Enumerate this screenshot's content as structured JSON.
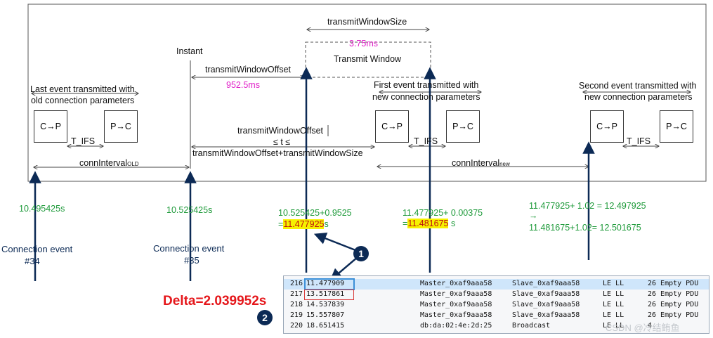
{
  "labels": {
    "transmit_window_size_top": "transmitWindowSize",
    "window_ms": "3.75ms",
    "transmit_window": "Transmit Window",
    "instant": "Instant",
    "transmit_window_offset": "transmitWindowOffset",
    "offset_ms": "952.5ms",
    "last_event": "Last event transmitted with",
    "old_params": "old connection parameters",
    "first_event": "First event transmitted with",
    "new_params_1": "new connection parameters",
    "second_event": "Second event transmitted with",
    "new_params_2": "new connection parameters",
    "cp": "C→P",
    "pc": "P→C",
    "tifs": "T_IFS",
    "offset_mid": "transmitWindowOffset",
    "le_t_le": "≤ t ≤",
    "offset_plus_size": "transmitWindowOffset+transmitWindowSize",
    "conn_interval": "connInterval",
    "old_sub": "OLD",
    "new_sub": "new"
  },
  "timestamps": {
    "t1": "10.495425s",
    "t2": "10.525425s",
    "calc1_a": "10.525425+0.9525",
    "calc1_eq": "=",
    "calc1_val": "11.477925",
    "calc1_s": "s",
    "calc2_a": "11.477925+ 0.00375",
    "calc2_eq": "=",
    "calc2_val": "11.481675",
    "calc2_s": " s",
    "calc3_a": "11.477925+ 1.02 = 12.497925",
    "calc3_arrow": "→",
    "calc3_b": "11.481675+1.02= 12.501675"
  },
  "events": {
    "e34_title": "Connection event",
    "e34_num": "#34",
    "e35_title": "Connection event",
    "e35_num": "#35"
  },
  "delta": "Delta=2.039952s",
  "markers": {
    "m1": "1",
    "m2": "2"
  },
  "packets": [
    {
      "no": "216",
      "time": "11.477909",
      "src": "Master_0xaf9aaa58",
      "dst": "Slave_0xaf9aaa58",
      "proto": "LE LL",
      "info": "26 Empty PDU"
    },
    {
      "no": "217",
      "time": "13.517861",
      "src": "Master_0xaf9aaa58",
      "dst": "Slave_0xaf9aaa58",
      "proto": "LE LL",
      "info": "26 Empty PDU"
    },
    {
      "no": "218",
      "time": "14.537839",
      "src": "Master_0xaf9aaa58",
      "dst": "Slave_0xaf9aaa58",
      "proto": "LE LL",
      "info": "26 Empty PDU"
    },
    {
      "no": "219",
      "time": "15.557807",
      "src": "Master_0xaf9aaa58",
      "dst": "Slave_0xaf9aaa58",
      "proto": "LE LL",
      "info": "26 Empty PDU"
    },
    {
      "no": "220",
      "time": "18.651415",
      "src": "db:da:02:4e:2d:25",
      "dst": "Broadcast",
      "proto": "LE LL",
      "info": "4"
    }
  ],
  "watermark": "CSDN @冷结鲔鱼",
  "colors": {
    "highlight": "#f6f200",
    "green": "#1e9a3a",
    "magenta": "#e020c8",
    "navy": "#0c2a55",
    "red": "#e5171b"
  }
}
